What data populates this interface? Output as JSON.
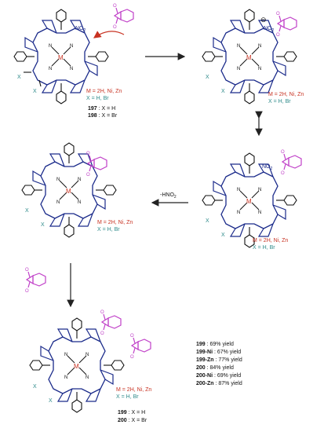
{
  "colors": {
    "ink": "#111111",
    "magenta": "#c040c8",
    "navy": "#1a2a8a",
    "metal": "#c83222",
    "teal": "#2d8a8a",
    "red": "#c83222"
  },
  "structures": {
    "s1": {
      "metal_label": "M",
      "substituent_label": "NO",
      "substituent_sub": "2",
      "x_label": "X",
      "m_note": "M = 2H, Ni, Zn",
      "x_note": "X = H, Br",
      "compound_a_num": "197",
      "compound_a_text": " : X = H",
      "compound_b_num": "198",
      "compound_b_text": " : X = Br"
    },
    "s2": {
      "metal_label": "M",
      "substituent_label": "NO",
      "substituent_sub": "2",
      "x_label": "X",
      "m_note": "M = 2H, Ni, Zn",
      "x_note": "X = H, Br",
      "charge": "⊖"
    },
    "s3": {
      "metal_label": "M",
      "substituent_label": "NO",
      "substituent_sub": "2",
      "x_label": "X",
      "m_note": "M = 2H, Ni, Zn",
      "x_note": "X = H, Br"
    },
    "s4": {
      "metal_label": "M",
      "x_label": "X",
      "m_note": "M = 2H, Ni, Zn",
      "x_note": "X = H, Br"
    },
    "s5": {
      "metal_label": "M",
      "x_label": "X",
      "m_note": "M = 2H, Ni, Zn",
      "x_note": "X = H, Br",
      "compound_a_num": "199",
      "compound_a_text": " : X = H",
      "compound_b_num": "200",
      "compound_b_text": " : X = Br"
    }
  },
  "arrows": {
    "elimination_label": "-HNO",
    "elimination_sub": "2"
  },
  "yields": [
    {
      "compound": "199",
      "text": " : 69% yield"
    },
    {
      "compound": "199-Ni",
      "text": " : 67% yield"
    },
    {
      "compound": "199-Zn",
      "text": " : 77% yield"
    },
    {
      "compound": "200",
      "text": " : 84% yield"
    },
    {
      "compound": "200-Ni",
      "text": " : 69% yield"
    },
    {
      "compound": "200-Zn",
      "text": " : 87% yield"
    }
  ]
}
